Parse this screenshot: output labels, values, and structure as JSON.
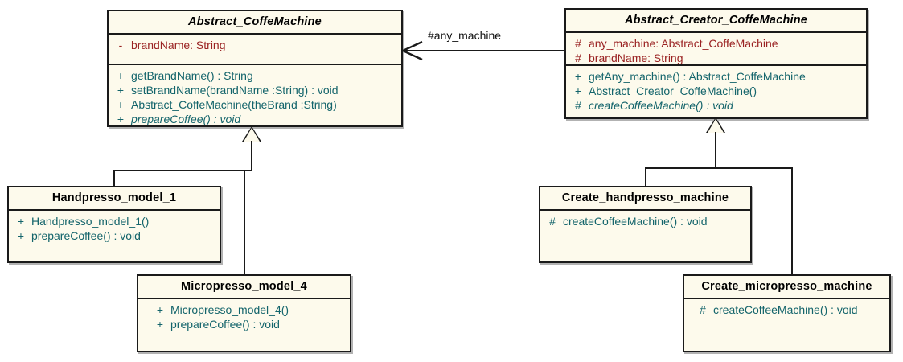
{
  "diagram": {
    "title": "Abstract Factory UML class diagram",
    "colors": {
      "box_fill": "#fdfaec",
      "border": "#1a1a1a",
      "attribute_text": "#9a2222",
      "operation_text": "#13646b",
      "class_name_text": "#000000",
      "page_background": "#ffffff"
    }
  },
  "classes": {
    "abstract_coffe_machine": {
      "name": "Abstract_CoffeMachine",
      "abstract": true,
      "attributes": [
        {
          "visibility": "-",
          "signature": "brandName:  String",
          "abstract": false
        }
      ],
      "operations": [
        {
          "visibility": "+",
          "signature": "getBrandName() : String",
          "abstract": false
        },
        {
          "visibility": "+",
          "signature": "setBrandName(brandName :String) : void",
          "abstract": false
        },
        {
          "visibility": "+",
          "signature": "Abstract_CoffeMachine(theBrand :String)",
          "abstract": false
        },
        {
          "visibility": "+",
          "signature": "prepareCoffee() : void",
          "abstract": true
        }
      ]
    },
    "abstract_creator_coffe_machine": {
      "name": "Abstract_Creator_CoffeMachine",
      "abstract": true,
      "attributes": [
        {
          "visibility": "#",
          "signature": "any_machine:  Abstract_CoffeMachine",
          "abstract": false
        },
        {
          "visibility": "#",
          "signature": "brandName:  String",
          "abstract": false
        }
      ],
      "operations": [
        {
          "visibility": "+",
          "signature": "getAny_machine() : Abstract_CoffeMachine",
          "abstract": false
        },
        {
          "visibility": "+",
          "signature": "Abstract_Creator_CoffeMachine()",
          "abstract": false
        },
        {
          "visibility": "#",
          "signature": "createCoffeeMachine() : void",
          "abstract": true
        }
      ]
    },
    "handpresso_model_1": {
      "name": "Handpresso_model_1",
      "abstract": false,
      "attributes": [],
      "operations": [
        {
          "visibility": "+",
          "signature": "Handpresso_model_1()",
          "abstract": false
        },
        {
          "visibility": "+",
          "signature": "prepareCoffee() : void",
          "abstract": false
        }
      ]
    },
    "micropresso_model_4": {
      "name": "Micropresso_model_4",
      "abstract": false,
      "attributes": [],
      "operations": [
        {
          "visibility": "+",
          "signature": "Micropresso_model_4()",
          "abstract": false
        },
        {
          "visibility": "+",
          "signature": "prepareCoffee() : void",
          "abstract": false
        }
      ]
    },
    "create_handpresso_machine": {
      "name": "Create_handpresso_machine",
      "abstract": false,
      "attributes": [],
      "operations": [
        {
          "visibility": "#",
          "signature": "createCoffeeMachine() : void",
          "abstract": false
        }
      ]
    },
    "create_micropresso_machine": {
      "name": "Create_micropresso_machine",
      "abstract": false,
      "attributes": [],
      "operations": [
        {
          "visibility": "#",
          "signature": "createCoffeeMachine() : void",
          "abstract": false
        }
      ]
    }
  },
  "relations": {
    "association": {
      "label": "#any_machine",
      "from": "Abstract_Creator_CoffeMachine",
      "to": "Abstract_CoffeMachine",
      "arrow": "open"
    },
    "generalizations": [
      {
        "child": "Handpresso_model_1",
        "parent": "Abstract_CoffeMachine"
      },
      {
        "child": "Micropresso_model_4",
        "parent": "Abstract_CoffeMachine"
      },
      {
        "child": "Create_handpresso_machine",
        "parent": "Abstract_Creator_CoffeMachine"
      },
      {
        "child": "Create_micropresso_machine",
        "parent": "Abstract_Creator_CoffeMachine"
      }
    ]
  }
}
